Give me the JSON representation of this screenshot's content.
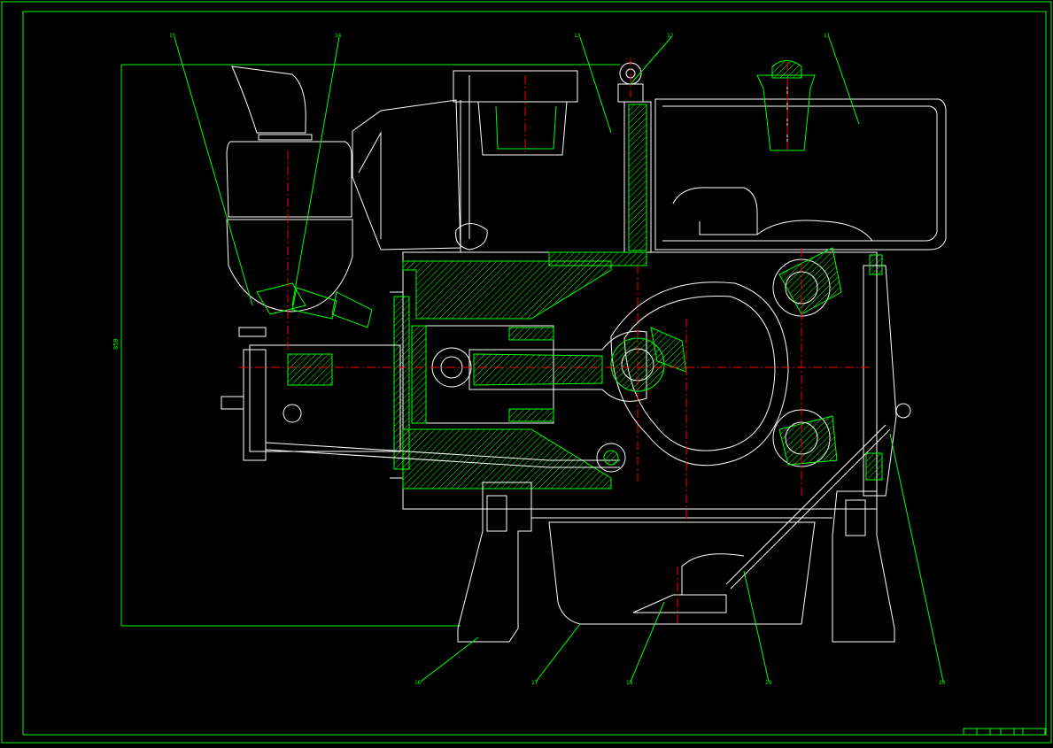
{
  "drawing": {
    "dimension_label": "850",
    "balloons": [
      {
        "id": "balloon-15",
        "text": "15"
      },
      {
        "id": "balloon-14",
        "text": "14"
      },
      {
        "id": "balloon-13",
        "text": "13"
      },
      {
        "id": "balloon-12",
        "text": "12"
      },
      {
        "id": "balloon-11",
        "text": "11"
      },
      {
        "id": "balloon-16",
        "text": "16"
      },
      {
        "id": "balloon-17",
        "text": "17"
      },
      {
        "id": "balloon-18",
        "text": "18"
      },
      {
        "id": "balloon-19",
        "text": "19"
      },
      {
        "id": "balloon-20",
        "text": "20"
      }
    ]
  },
  "colors": {
    "background": "#000000",
    "outline": "#ffffff",
    "hatch": "#00ff00",
    "centerline": "#ff0000",
    "frame": "#00ff00"
  }
}
